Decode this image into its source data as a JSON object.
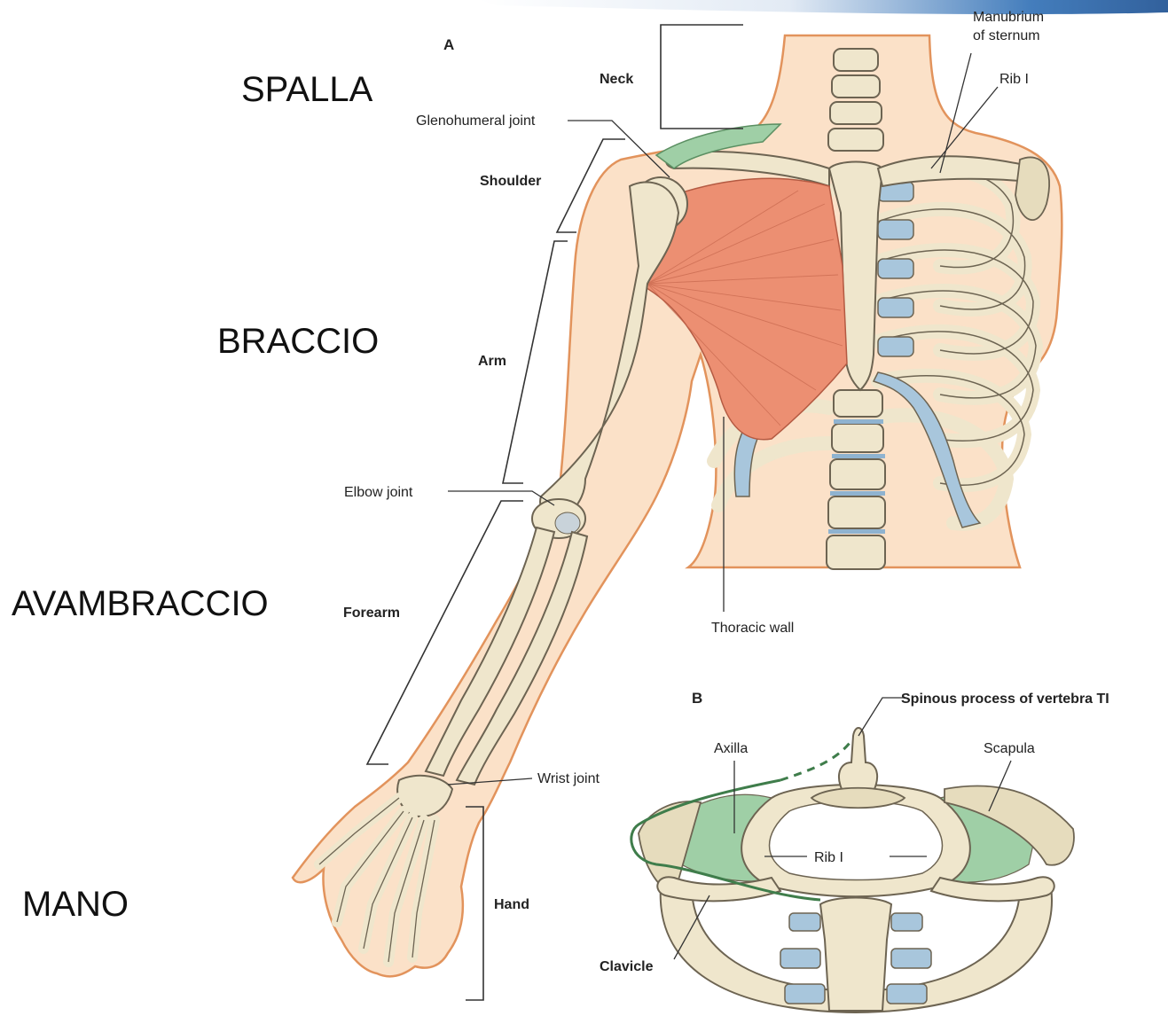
{
  "panel_a": {
    "letter": "A",
    "labels": {
      "manubrium": [
        "Manubrium",
        "of sternum"
      ],
      "rib1": "Rib I",
      "neck": "Neck",
      "glenohumeral": "Glenohumeral joint",
      "shoulder": "Shoulder",
      "arm": "Arm",
      "elbow": "Elbow joint",
      "forearm": "Forearm",
      "thoracic_wall": "Thoracic wall",
      "wrist": "Wrist joint",
      "hand": "Hand"
    }
  },
  "panel_b": {
    "letter": "B",
    "labels": {
      "spinous": "Spinous process of vertebra TI",
      "axilla": "Axilla",
      "scapula": "Scapula",
      "rib1": "Rib I",
      "clavicle": "Clavicle"
    }
  },
  "italian_terms": {
    "spalla": "SPALLA",
    "braccio": "BRACCIO",
    "avambraccio": "AVAMBRACCIO",
    "mano": "MANO"
  },
  "colors": {
    "skin": "#fbe1c8",
    "skin_outline": "#e2935c",
    "bone": "#efe6cc",
    "muscle": "#ec8f72",
    "cartilage": "#a8c6dc",
    "axilla_green": "#9fcfa6"
  }
}
